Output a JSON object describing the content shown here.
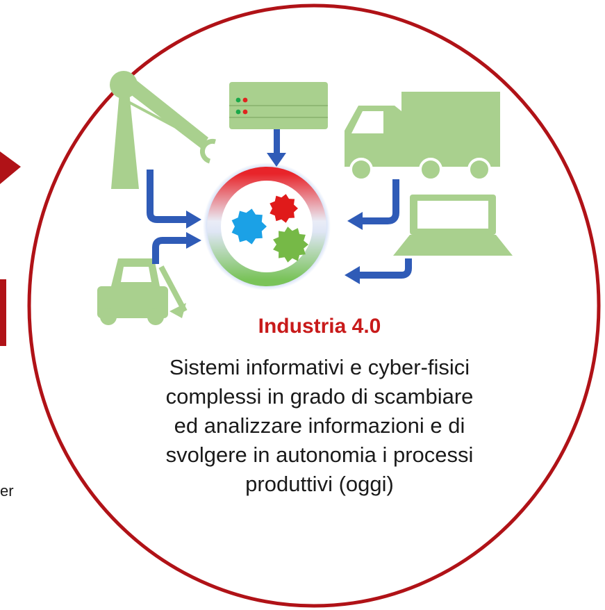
{
  "colors": {
    "accent_red": "#b01217",
    "icon_green": "#a9d08e",
    "arrow_blue": "#2f5bb7",
    "gear_blue": "#1ba1e6",
    "gear_red": "#e01a1a",
    "gear_green": "#76b947"
  },
  "icons": [
    "crane-icon",
    "server-icon",
    "truck-icon",
    "laptop-icon",
    "excavator-icon",
    "gears-hub-icon"
  ],
  "left_fragment": "er",
  "circle": {
    "title": "Industria 4.0",
    "description_lines": [
      "Sistemi informativi e cyber-fisici",
      "complessi in grado di scambiare",
      "ed analizzare informazioni e di",
      "svolgere in autonomia i processi",
      "produttivi (oggi)"
    ]
  }
}
